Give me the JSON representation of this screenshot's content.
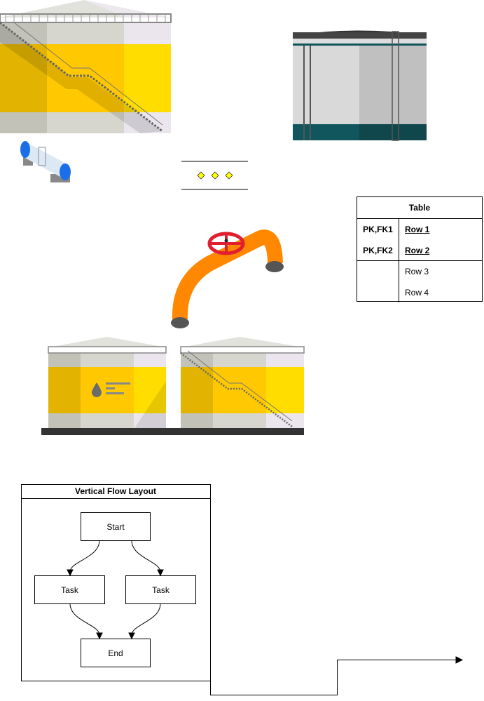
{
  "table": {
    "title": "Table",
    "rows": [
      {
        "key": "PK,FK1",
        "value": "Row 1"
      },
      {
        "key": "PK,FK2",
        "value": "Row 2"
      },
      {
        "key": "",
        "value": "Row 3"
      },
      {
        "key": "",
        "value": "Row 4"
      }
    ]
  },
  "flow": {
    "title": "Vertical Flow Layout",
    "start": "Start",
    "task_left": "Task",
    "task_right": "Task",
    "end": "End"
  },
  "colors": {
    "tank_yellow": "#ffc800",
    "tank_teal": "#12565d",
    "pipe_orange": "#ff8800",
    "valve_red": "#e02030",
    "diamond_yellow": "#ffff00"
  }
}
